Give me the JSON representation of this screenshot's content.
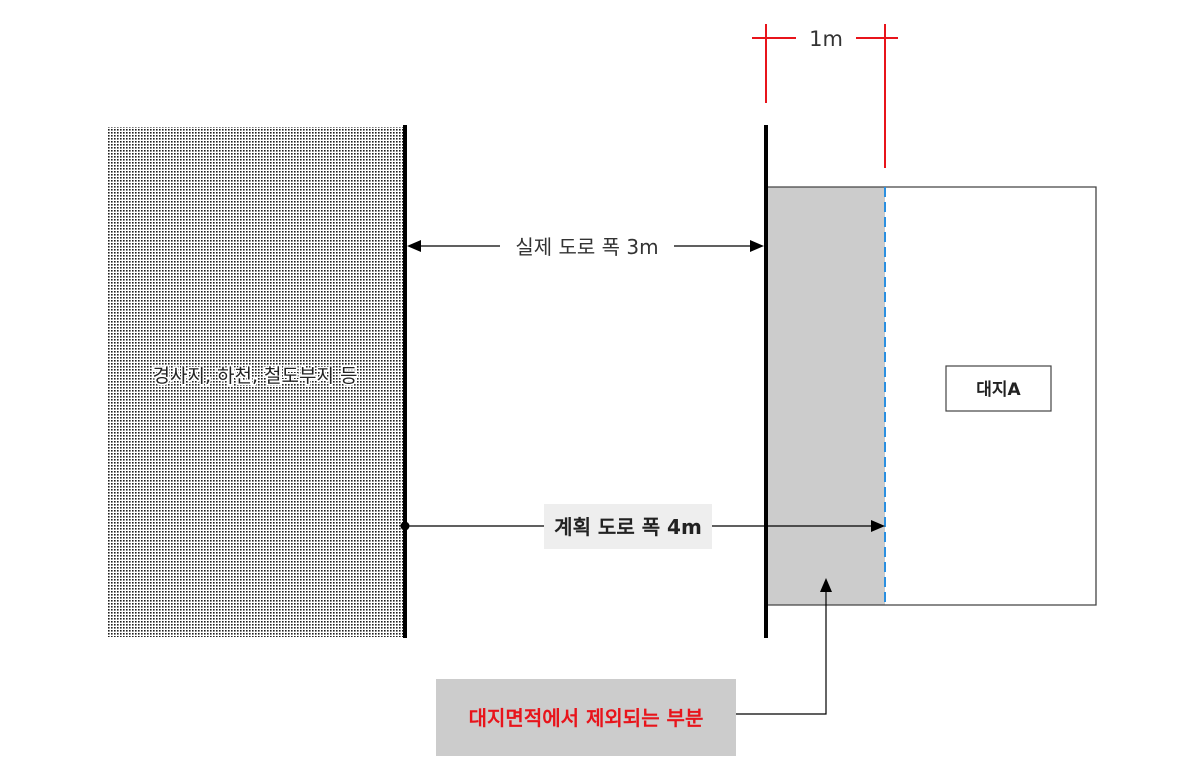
{
  "labels": {
    "excluded_width": "1m",
    "actual_road_width": "실제 도로 폭 3m",
    "slope_area": "경사지, 하천, 철도부지 등",
    "planned_road_width": "계획 도로 폭 4m",
    "lot": "대지A",
    "excluded_area": "대지면적에서 제외되는 부분"
  },
  "colors": {
    "road_edge": "#000000",
    "dimension_red": "#e8141b",
    "dashed_boundary": "#2a8fe0",
    "excluded_fill": "#cccccc",
    "excluded_text": "#e8141b",
    "label_box_fill": "#eeeeee"
  },
  "patterns": {
    "slope_area": "dense-dot-hatch"
  }
}
